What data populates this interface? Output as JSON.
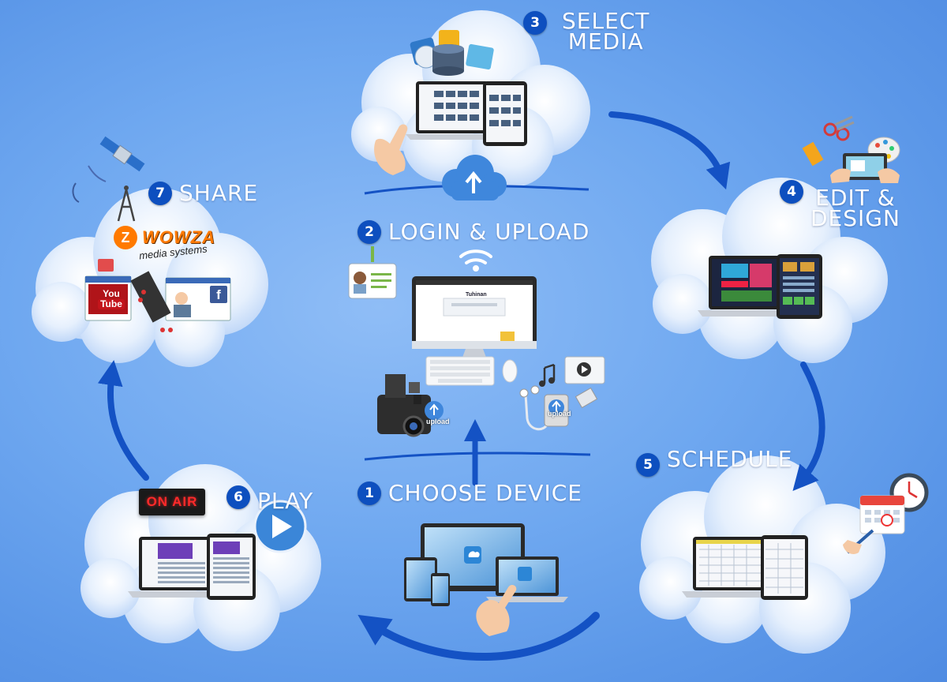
{
  "steps": [
    {
      "num": "1",
      "label": "CHOOSE DEVICE"
    },
    {
      "num": "2",
      "label": "LOGIN & UPLOAD"
    },
    {
      "num": "3",
      "label_line1": "SELECT",
      "label_line2": "MEDIA"
    },
    {
      "num": "4",
      "label_line1": "EDIT &",
      "label_line2": "DESIGN"
    },
    {
      "num": "5",
      "label": "SCHEDULE"
    },
    {
      "num": "6",
      "label": "PLAY"
    },
    {
      "num": "7",
      "label": "SHARE"
    }
  ],
  "badges": {
    "on_air": "ON AIR",
    "wowza_brand": "WOWZA",
    "wowza_sub": "media systems",
    "youtube_you": "You",
    "youtube_tube": "Tube",
    "facebook": "f",
    "upload_camera": "upload",
    "upload_phone": "upload",
    "login_screen_brand": "Tuhinan"
  },
  "colors": {
    "background": "#6fa8f0",
    "number_badge": "#0d4fbf",
    "arrow": "#1452c4",
    "on_air_text": "#ff2a2a",
    "wowza_orange": "#ff7a00",
    "youtube_red": "#c4151c",
    "facebook_blue": "#3b5998"
  },
  "icons": [
    "cloud-upload-icon",
    "wifi-icon",
    "id-card-icon",
    "camera-icon",
    "headphones-icon",
    "music-note-icon",
    "satellite-icon",
    "antenna-icon",
    "play-button-icon",
    "clock-icon",
    "calendar-icon",
    "scissors-icon",
    "palette-icon",
    "pointing-hand-icon"
  ]
}
